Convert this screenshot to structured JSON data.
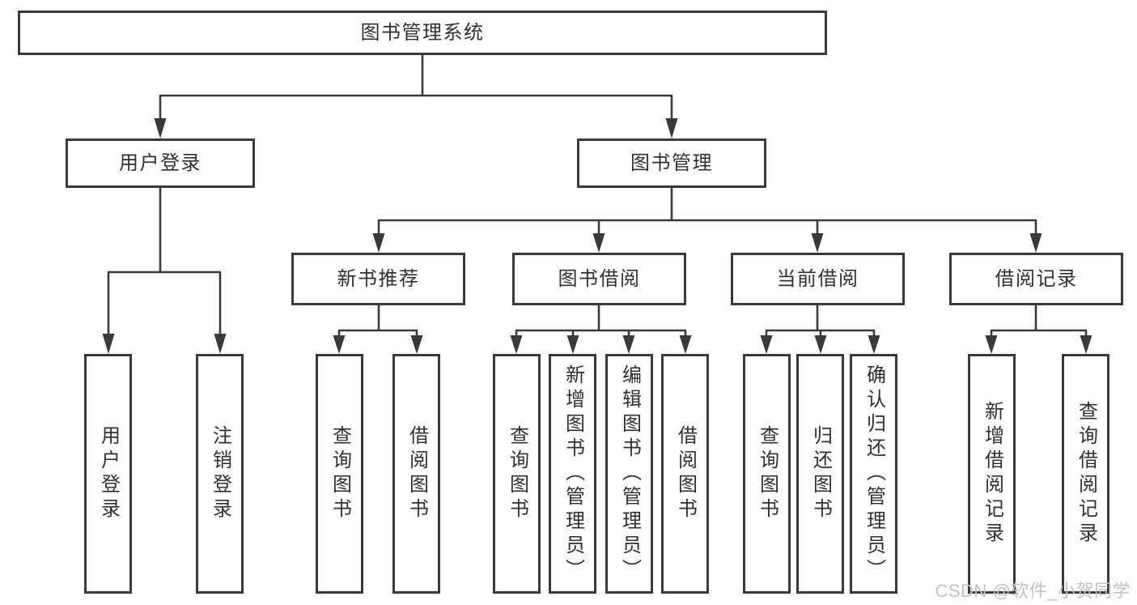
{
  "diagram": {
    "title": "图书管理系统",
    "type": "functional-structure-tree",
    "watermark": "CSDN @软件_小贺同学",
    "colors": {
      "line": "#3a3a3a",
      "text": "#303030",
      "background": "#ffffff",
      "watermark": "#c2c2c2"
    }
  },
  "nodes": {
    "root": {
      "label": "图书管理系统"
    },
    "user_login": {
      "label": "用户登录"
    },
    "book_management": {
      "label": "图书管理"
    },
    "new_book_recommend": {
      "label": "新书推荐"
    },
    "book_borrow": {
      "label": "图书借阅"
    },
    "current_borrow": {
      "label": "当前借阅"
    },
    "borrow_records": {
      "label": "借阅记录"
    },
    "leaves": {
      "login_user_login": {
        "label": "用户登录",
        "parent": "用户登录"
      },
      "login_logout": {
        "label": "注销登录",
        "parent": "用户登录"
      },
      "rec_query_books": {
        "label": "查询图书",
        "parent": "新书推荐"
      },
      "rec_borrow_books": {
        "label": "借阅图书",
        "parent": "新书推荐"
      },
      "bb_query_books": {
        "label": "查询图书",
        "parent": "图书借阅"
      },
      "bb_add_books": {
        "label": "新增图书（管理员）",
        "parent": "图书借阅"
      },
      "bb_edit_books": {
        "label": "编辑图书（管理员）",
        "parent": "图书借阅"
      },
      "bb_borrow_books": {
        "label": "借阅图书",
        "parent": "图书借阅"
      },
      "cb_query_books": {
        "label": "查询图书",
        "parent": "当前借阅"
      },
      "cb_return_books": {
        "label": "归还图书",
        "parent": "当前借阅"
      },
      "cb_confirm_return": {
        "label": "确认归还（管理员）",
        "parent": "当前借阅"
      },
      "br_add_record": {
        "label": "新增借阅记录",
        "parent": "借阅记录"
      },
      "br_query_record": {
        "label": "查询借阅记录",
        "parent": "借阅记录"
      }
    }
  }
}
